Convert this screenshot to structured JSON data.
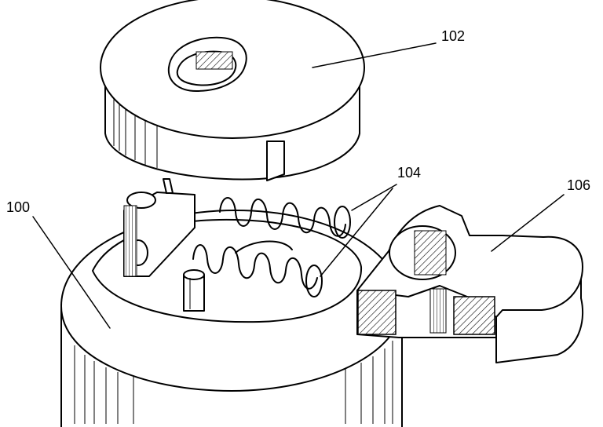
{
  "labels": {
    "base": "100",
    "cap": "102",
    "springs": "104",
    "key_plate": "106"
  }
}
